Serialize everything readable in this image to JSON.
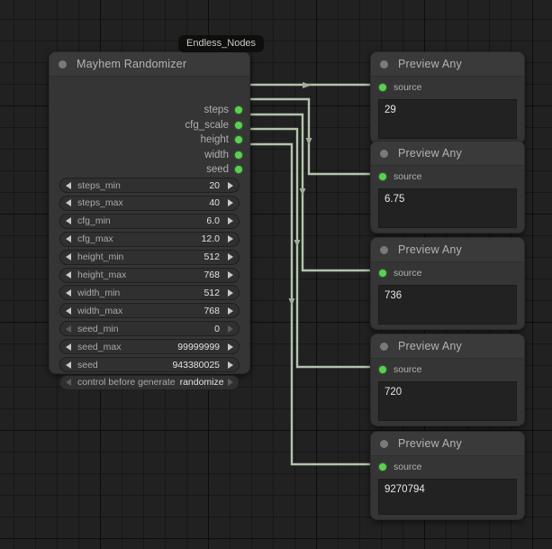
{
  "canvas": {
    "background_color": "#212121",
    "grid_color": "#1a1a1a",
    "link_color": "#b3c4ad"
  },
  "badge": {
    "label": "Endless_Nodes"
  },
  "randomizer_node": {
    "title": "Mayhem Randomizer",
    "outputs": [
      {
        "name": "steps"
      },
      {
        "name": "cfg_scale"
      },
      {
        "name": "height"
      },
      {
        "name": "width"
      },
      {
        "name": "seed"
      }
    ],
    "widgets": [
      {
        "name": "steps_min",
        "value": "20",
        "type": "number",
        "dim": false
      },
      {
        "name": "steps_max",
        "value": "40",
        "type": "number",
        "dim": false
      },
      {
        "name": "cfg_min",
        "value": "6.0",
        "type": "number",
        "dim": false
      },
      {
        "name": "cfg_max",
        "value": "12.0",
        "type": "number",
        "dim": false
      },
      {
        "name": "height_min",
        "value": "512",
        "type": "number",
        "dim": false
      },
      {
        "name": "height_max",
        "value": "768",
        "type": "number",
        "dim": false
      },
      {
        "name": "width_min",
        "value": "512",
        "type": "number",
        "dim": false
      },
      {
        "name": "width_max",
        "value": "768",
        "type": "number",
        "dim": false
      },
      {
        "name": "seed_min",
        "value": "0",
        "type": "number",
        "dim": true
      },
      {
        "name": "seed_max",
        "value": "99999999",
        "type": "number",
        "dim": false
      },
      {
        "name": "seed",
        "value": "943380025",
        "type": "number",
        "dim": false
      },
      {
        "name": "control before generate",
        "value": "randomize",
        "type": "combo",
        "dim": true
      }
    ]
  },
  "preview_nodes": [
    {
      "title": "Preview Any",
      "input": "source",
      "value": "29"
    },
    {
      "title": "Preview Any",
      "input": "source",
      "value": "6.75"
    },
    {
      "title": "Preview Any",
      "input": "source",
      "value": "736"
    },
    {
      "title": "Preview Any",
      "input": "source",
      "value": "720"
    },
    {
      "title": "Preview Any",
      "input": "source",
      "value": "9270794"
    }
  ],
  "icons": {
    "node_collapse": "circle-dot-icon",
    "decrement": "triangle-left-icon",
    "increment": "triangle-right-icon",
    "slot": "connection-dot-icon"
  }
}
